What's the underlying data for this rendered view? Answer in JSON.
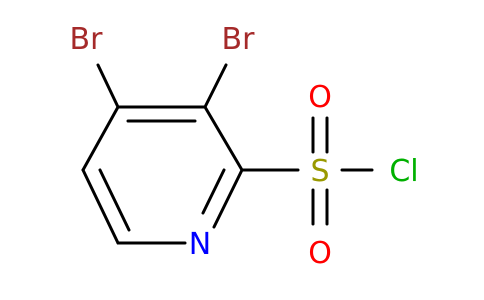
{
  "molecule": {
    "atoms": {
      "br_left": "Br",
      "br_right": "Br",
      "nitrogen": "N",
      "sulfur": "S",
      "oxygen_top": "O",
      "oxygen_bottom": "O",
      "chlorine": "Cl"
    },
    "colors": {
      "bond": "#000000",
      "bromine": "#a52a2a",
      "nitrogen": "#0000ff",
      "sulfur": "#999900",
      "oxygen": "#ff0000",
      "chlorine": "#00b000"
    }
  }
}
